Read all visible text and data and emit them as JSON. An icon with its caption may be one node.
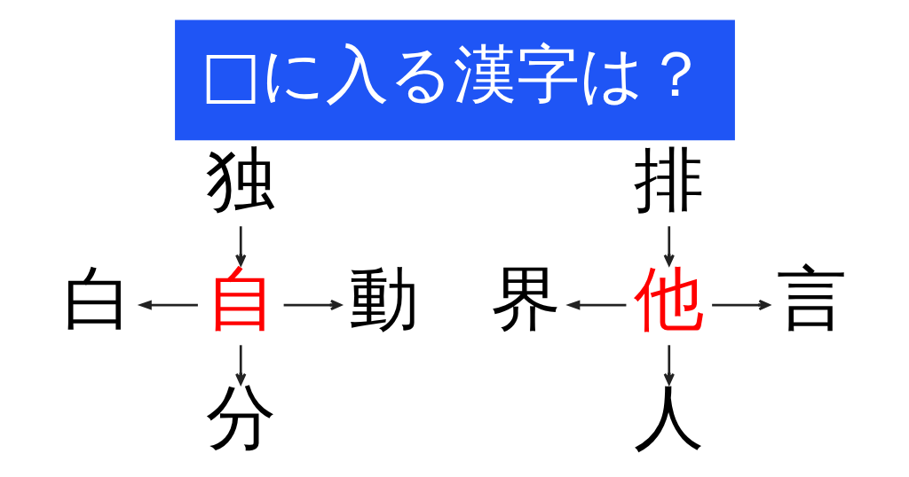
{
  "diagram": {
    "title": "□に入る漢字は？",
    "nodes": [
      {
        "text": [
          "独"
        ]
      },
      {
        "text": [
          "白"
        ]
      },
      {
        "text": [
          "自"
        ]
      },
      {
        "text": [
          "動"
        ]
      },
      {
        "text": [
          "分"
        ]
      },
      {
        "text": [
          "排"
        ]
      },
      {
        "text": [
          "界"
        ]
      },
      {
        "text": [
          "他"
        ]
      },
      {
        "text": [
          "言"
        ]
      },
      {
        "text": [
          "人"
        ]
      }
    ],
    "edges": [
      {
        "from": 0,
        "to": 2,
        "arrow": "to"
      },
      {
        "from": 2,
        "to": 1,
        "arrow": "to"
      },
      {
        "from": 2,
        "to": 3,
        "arrow": "to"
      },
      {
        "from": 2,
        "to": 4,
        "arrow": "to"
      },
      {
        "from": 5,
        "to": 7,
        "arrow": "to"
      },
      {
        "from": 7,
        "to": 6,
        "arrow": "to"
      },
      {
        "from": 7,
        "to": 8,
        "arrow": "to"
      },
      {
        "from": 7,
        "to": 9,
        "arrow": "to"
      }
    ]
  }
}
